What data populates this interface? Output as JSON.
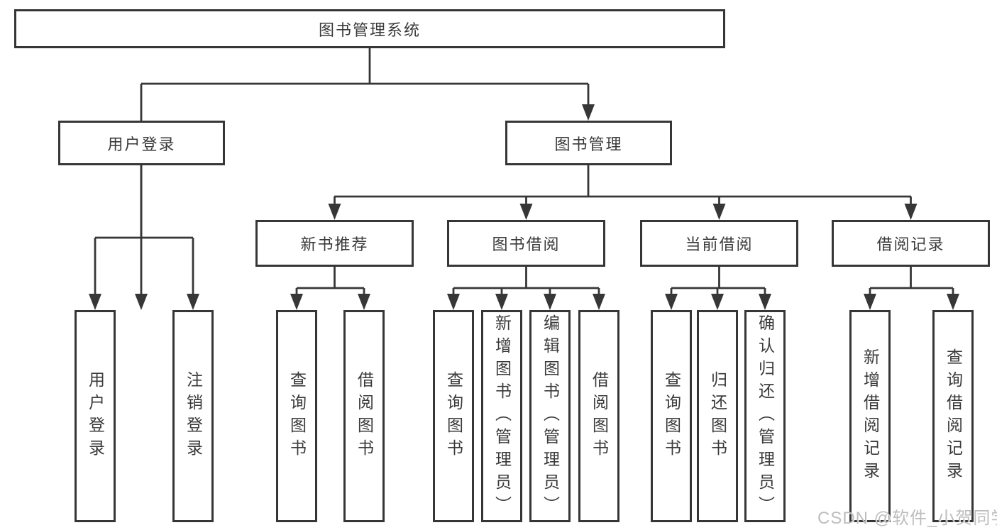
{
  "tree": {
    "root": {
      "label": "图书管理系统"
    },
    "level2": [
      {
        "label": "用户登录",
        "children": [
          {
            "label": "用户登录"
          },
          {
            "label": "注销登录"
          }
        ]
      },
      {
        "label": "图书管理",
        "children": [
          {
            "label": "新书推荐",
            "children": [
              {
                "label": "查询图书"
              },
              {
                "label": "借阅图书"
              }
            ]
          },
          {
            "label": "图书借阅",
            "children": [
              {
                "label": "查询图书"
              },
              {
                "label": "新增图书（管理员）"
              },
              {
                "label": "编辑图书（管理员）"
              },
              {
                "label": "借阅图书"
              }
            ]
          },
          {
            "label": "当前借阅",
            "children": [
              {
                "label": "查询图书"
              },
              {
                "label": "归还图书"
              },
              {
                "label": "确认归还（管理员）"
              }
            ]
          },
          {
            "label": "借阅记录",
            "children": [
              {
                "label": "新增借阅记录"
              },
              {
                "label": "查询借阅记录"
              }
            ]
          }
        ]
      }
    ]
  },
  "watermark": {
    "text": "CSDN @软件_小贺同学"
  },
  "colors": {
    "line": "#373737",
    "box_border": "#363636",
    "box_fill": "#ffffff",
    "text": "#3a3a3a",
    "watermark": "#b9b9b9"
  }
}
